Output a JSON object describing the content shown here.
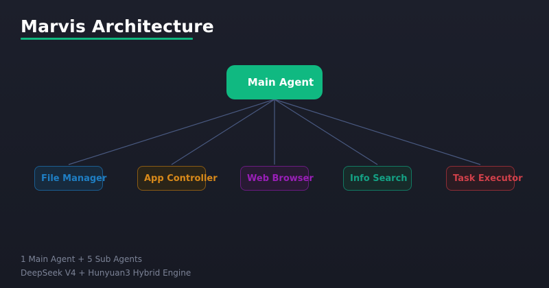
{
  "title": "Marvis Architecture",
  "main_agent": {
    "label": "Main Agent"
  },
  "sub_agents": [
    {
      "label": "File Manager",
      "color": "#1f7fc4",
      "bg": "#172a3d",
      "border": "#1b5e91"
    },
    {
      "label": "App Controller",
      "color": "#d98a1a",
      "bg": "#2a2418",
      "border": "#8a5b14"
    },
    {
      "label": "Web Browser",
      "color": "#9a1fb8",
      "bg": "#281a33",
      "border": "#6a1b80"
    },
    {
      "label": "Info Search",
      "color": "#14a184",
      "bg": "#172b2a",
      "border": "#127a63"
    },
    {
      "label": "Task Executor",
      "color": "#d0404a",
      "bg": "#2b1b22",
      "border": "#8f2d36"
    }
  ],
  "footer": {
    "line1": "1 Main Agent + 5 Sub Agents",
    "line2": "DeepSeek V4 + Hunyuan3 Hybrid Engine"
  },
  "colors": {
    "accent": "#10b981",
    "connector": "#4a5a82"
  }
}
